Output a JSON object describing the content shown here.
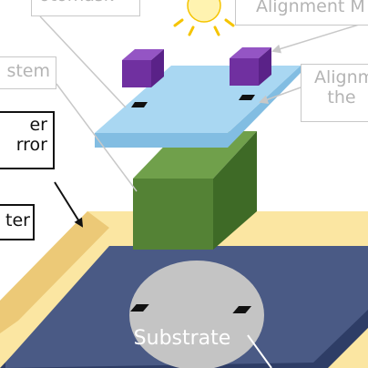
{
  "labels": {
    "photomask": "otomask",
    "alignment_mark": "Alignment M",
    "system": "stem",
    "alignment_mark_2": [
      "Alignm",
      "the"
    ],
    "laser_mirror": [
      "er",
      "rror"
    ],
    "stage": "ter",
    "substrate": "Substrate"
  },
  "colors": {
    "stage_top": "#fbe6a2",
    "stage_side": "#ecc977",
    "substrate_plate": "#4a5a85",
    "substrate_plate_edge": "#2e3d66",
    "wafer": "#c4c4c4",
    "mask": "#a9d7f2",
    "mask_edge": "#82bde2",
    "block_front": "#548235",
    "block_top": "#70a04b",
    "block_side": "#3e6a26",
    "mark_block_front": "#7030a0",
    "mark_block_top": "#9455c4",
    "mark_block_side": "#5a2288",
    "sun": "#fff3b0",
    "sun_ray": "#f5c400",
    "leader_light": "#c8c8c8",
    "leader_dark": "#111111",
    "alignment_mark_dot": "#111111"
  },
  "icons": {
    "light_source": "sun-icon"
  }
}
